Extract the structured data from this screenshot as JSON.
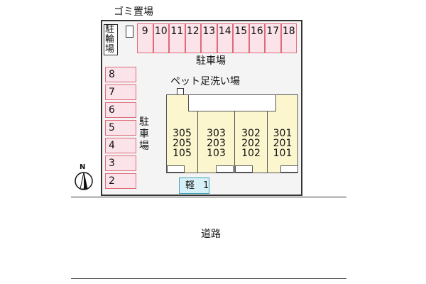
{
  "labels": {
    "garbage": "ゴミ置場",
    "bicycle": "駐輪場",
    "parking_top": "駐車場",
    "parking_left": "駐車場",
    "pet_wash": "ペット足洗い場",
    "road": "道路",
    "north": "N"
  },
  "top_spots": [
    "9",
    "10",
    "11",
    "12",
    "13",
    "14",
    "15",
    "16",
    "17",
    "18"
  ],
  "left_spots": [
    "8",
    "7",
    "6",
    "5",
    "4",
    "3",
    "2"
  ],
  "units": [
    [
      "305",
      "205",
      "105"
    ],
    [
      "303",
      "203",
      "103"
    ],
    [
      "302",
      "202",
      "102"
    ],
    [
      "301",
      "201",
      "101"
    ]
  ],
  "kei": {
    "label": "軽",
    "number": "1"
  }
}
